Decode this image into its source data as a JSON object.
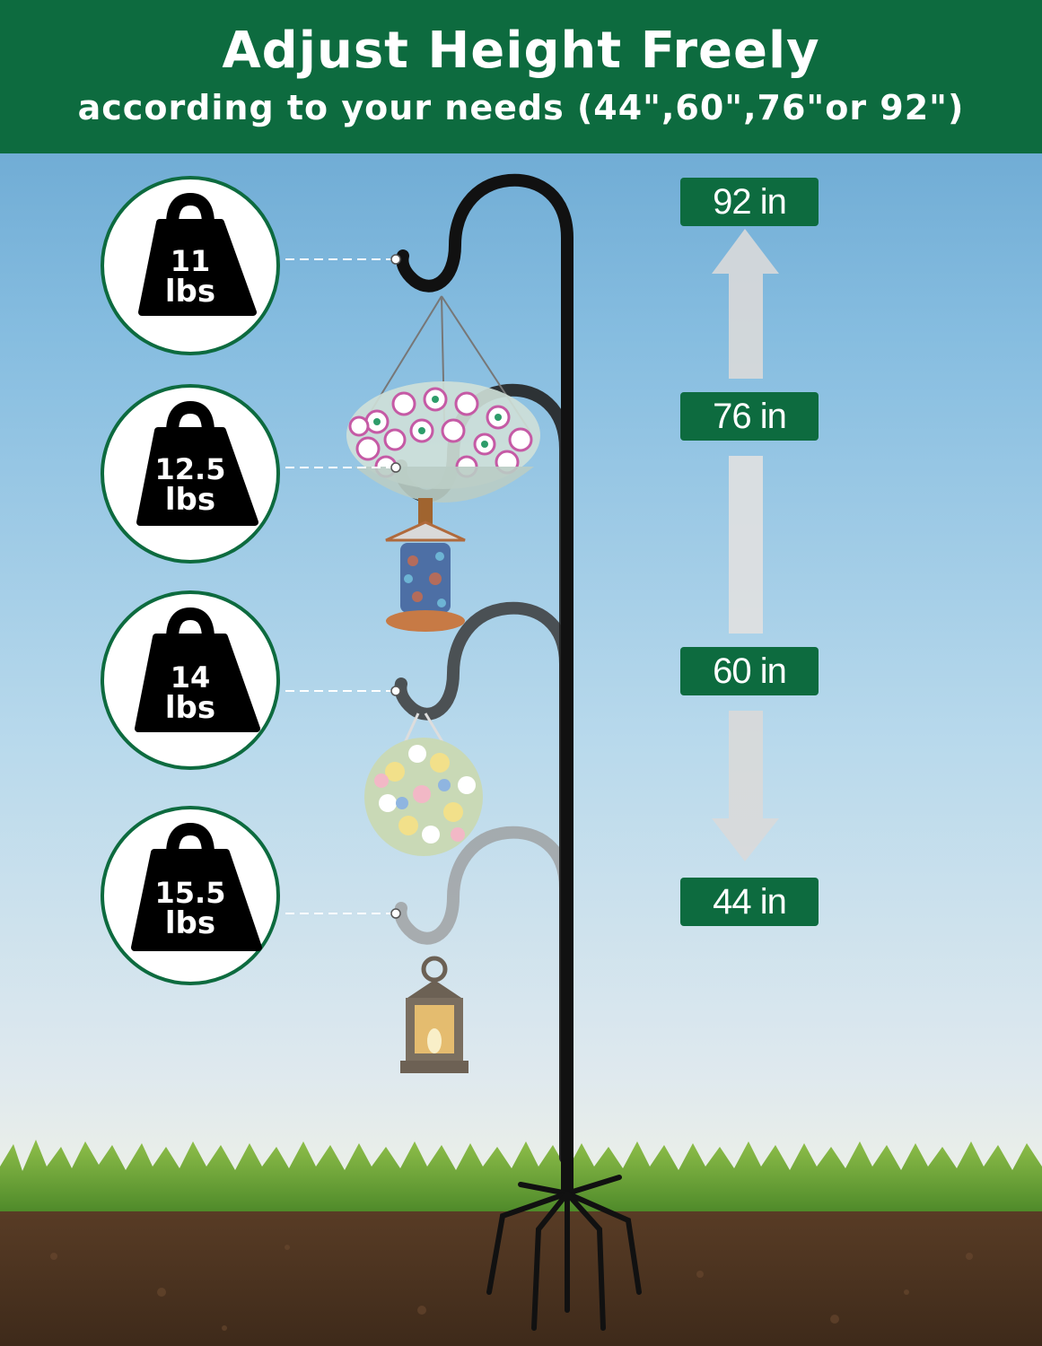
{
  "banner": {
    "title": "Adjust Height Freely",
    "subtitle": "according to your needs (44\",60\",76\"or 92\")"
  },
  "weights": [
    {
      "value": "11",
      "unit": "lbs"
    },
    {
      "value": "12.5",
      "unit": "lbs"
    },
    {
      "value": "14",
      "unit": "lbs"
    },
    {
      "value": "15.5",
      "unit": "lbs"
    }
  ],
  "heights": [
    "92 in",
    "76 in",
    "60 in",
    "44 in"
  ],
  "colors": {
    "brand_green": "#0d6b3f",
    "weight_icon": "#000000",
    "arrow": "#d9d9d9"
  },
  "icons": [
    "weight-icon",
    "shepherd-hook-icon",
    "hanging-basket-icon",
    "bird-feeder-icon",
    "flower-ball-icon",
    "lantern-icon",
    "arrow-up-icon",
    "arrow-down-icon"
  ]
}
